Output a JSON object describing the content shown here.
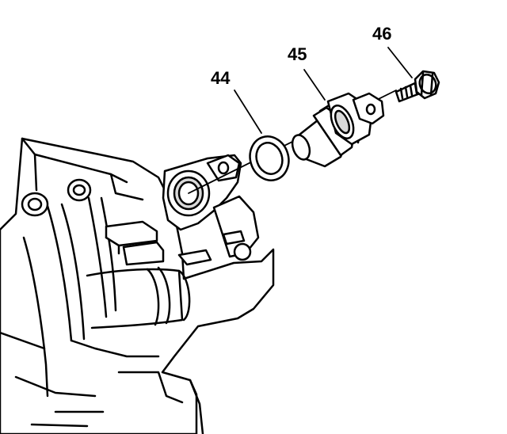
{
  "diagram": {
    "callouts": [
      {
        "id": "44",
        "label": "44"
      },
      {
        "id": "45",
        "label": "45"
      },
      {
        "id": "46",
        "label": "46"
      }
    ],
    "colors": {
      "line": "#000000",
      "fill": "#ffffff",
      "shade": "#d9d9d9"
    }
  }
}
